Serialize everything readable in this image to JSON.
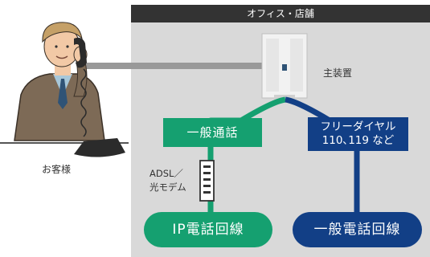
{
  "office": {
    "header": "オフィス・店舗"
  },
  "main_unit": {
    "label": "主装置"
  },
  "customer": {
    "label": "お客様"
  },
  "normal_call": {
    "label": "一般通話"
  },
  "freedial": {
    "line1": "フリーダイヤル",
    "line2": "110､119 など"
  },
  "adsl": {
    "line1": "ADSL／",
    "line2": "光モデム"
  },
  "ip_line": {
    "label": "IP電話回線"
  },
  "general_line": {
    "label": "一般電話回線"
  },
  "colors": {
    "green": "#15a070",
    "navy": "#123f86",
    "header": "#333333",
    "area": "#d9d9d9",
    "connector": "#999999"
  }
}
